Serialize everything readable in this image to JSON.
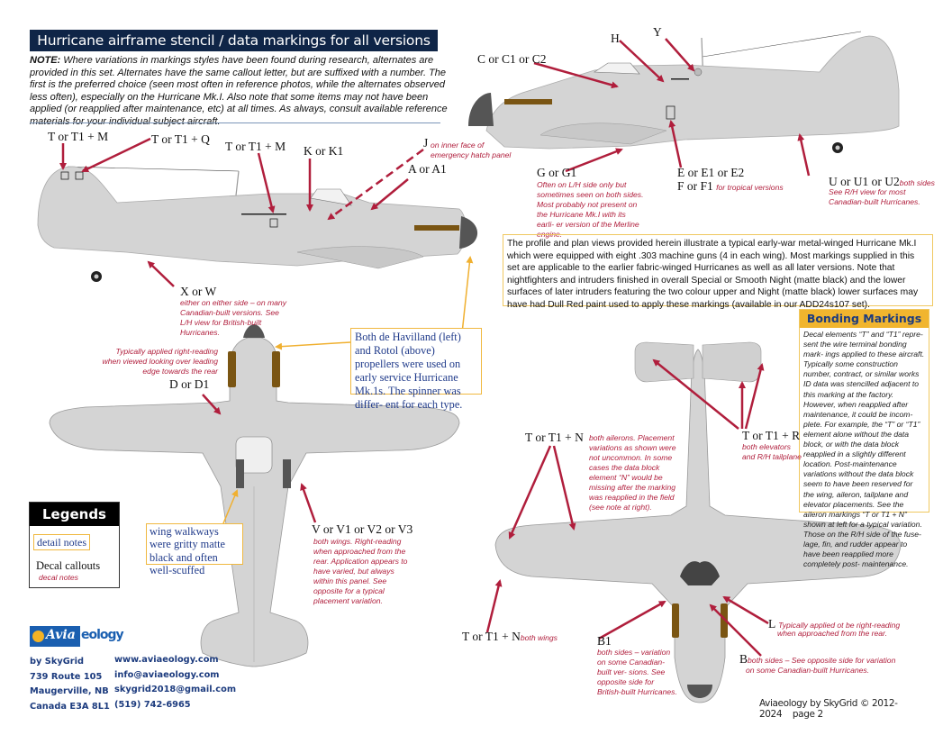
{
  "header": {
    "title": "Hurricane  airframe stencil / data markings for all versions",
    "note_label": "NOTE:",
    "note_text": " Where variations in markings styles have been found during research, alternates are provided in this set. Alternates have the same callout letter, but are suffixed with a number. The first is the preferred choice (seen most often in reference photos, while the alternates observed less often), especially on the Hurricane Mk.I. Also note that some items may not have been applied (or reapplied after maintenance, etc) at all times. As always, consult available reference materials for your individual subject aircraft."
  },
  "rh_profile": {
    "callouts": {
      "c": "C or C1 or C2",
      "h": "H",
      "y": "Y",
      "g": "G or G1",
      "g_note": "Often on L/H side only but sometimes seen on both sides. Most probably not present on the Hurricane Mk.I with its earli- er version of the Merline engine.",
      "e": "E or E1 or E2",
      "f": "F or F1",
      "f_note": "for tropical versions",
      "u": "U or U1 or U2",
      "u_note_inline": "both sides",
      "u_note": "See R/H view for most Canadian-built Hurricanes."
    }
  },
  "lh_profile": {
    "callouts": {
      "t_m_tail": "T or T1 + M",
      "t_q": "T or T1 + Q",
      "t_m_fus": "T or T1 + M",
      "k": "K or K1",
      "j": "J",
      "j_note": "on inner face of emergency hatch panel",
      "a": "A or A1",
      "x": "X or W",
      "x_note": "either on either side – on many Canadian-built versions. See L/H view for British-built Hurricanes."
    }
  },
  "info_box": {
    "text": "The profile and plan views provided herein illustrate a typical early-war metal-winged Hurricane Mk.I which were equipped with eight .303 machine guns (4 in each wing). Most markings supplied in this set are applicable to the earlier fabric-winged Hurricanes as well as all later versions. Note that nightfighters and intruders finished in overall Special or Smooth Night (matte black) and the lower surfaces of later intruders featuring the two colour upper and Night (matte black) lower surfaces may have had Dull Red paint used to apply these markings (available in our ADD24s107 set)."
  },
  "bonding": {
    "title": "Bonding Markings",
    "text": "Decal elements “T” and “T1” repre- sent the wire terminal bonding mark- ings applied to these aircraft. Typically some construction number, contract, or similar works ID data was stencilled adjacent to this marking at the factory. However, when reapplied after maintenance, it could be incom- plete. For example, the “T” or “T1” element alone without the data block, or with the data block reapplied in a slightly different location. Post-maintenance variations without the data block seem to have been reserved for the wing, aileron, tailplane and elevator placements. See the aileron markings “T or T1 + N” shown at left for a typical variation. Those on the R/H side of the fuse- lage, fin, and rudder appear to have been reapplied more completely post- maintenance."
  },
  "top_view": {
    "d_note": "Typically applied right-reading when viewed looking over leading edge towards the rear",
    "d": "D or D1",
    "prop_note": "Both de Havilland (left) and Rotol (above) propellers were used on early service Hurricane Mk.1s. The spinner was differ- ent for each type.",
    "walkway_note": "wing walkways were gritty matte black and often well-scuffed",
    "v": "V or V1 or V2 or V3",
    "v_note": "both wings. Right-reading when approached from the rear. Application appears to have varied, but always within this panel. See opposite for a typical placement variation."
  },
  "bottom_view": {
    "t_n_ail": "T or T1 + N",
    "t_n_ail_note": "both ailerons. Placement variations as shown were not uncommon. In some cases the data block element “N” would be missing after the marking was reapplied in the field (see note at right).",
    "t_r": "T or T1 + R",
    "t_r_note": "both elevators and R/H tailplane",
    "t_n_wing": "T or T1 + N",
    "t_n_wing_note": "both wings",
    "b1": "B1",
    "b1_note": "both sides – variation on some Canadian-built ver- sions. See opposite side for British-built Hurricanes.",
    "b": "B",
    "b_note": "both sides – See opposite side for  variation",
    "b_note2": "on some Canadian-built Hurricanes.",
    "l": "L",
    "l_note": "Typically applied ot be right-reading",
    "l_note2": "when approached from the rear."
  },
  "legend": {
    "title": "Legends",
    "detail": "detail notes",
    "decal": "Decal callouts",
    "decal_note": "decal notes"
  },
  "footer": {
    "logo_text": "Avia",
    "logo_text2": "eology",
    "address": [
      "by SkyGrid",
      "739 Route 105",
      "Maugerville, NB",
      "Canada E3A 8L1"
    ],
    "contact": [
      "www.aviaeology.com",
      "info@aviaeology.com",
      "skygrid2018@gmail.com",
      "(519) 742-6965"
    ],
    "copyright": "Aviaeology by SkyGrid © 2012-2024",
    "page": "page 2"
  },
  "colors": {
    "title_bg": "#0f2547",
    "callout_red": "#b01e3c",
    "detail_orange": "#f0b840",
    "bond_header": "#f1b52e",
    "airframe_grey": "#d4d4d4",
    "walkway": "#555555",
    "exhaust": "#7a5513"
  }
}
